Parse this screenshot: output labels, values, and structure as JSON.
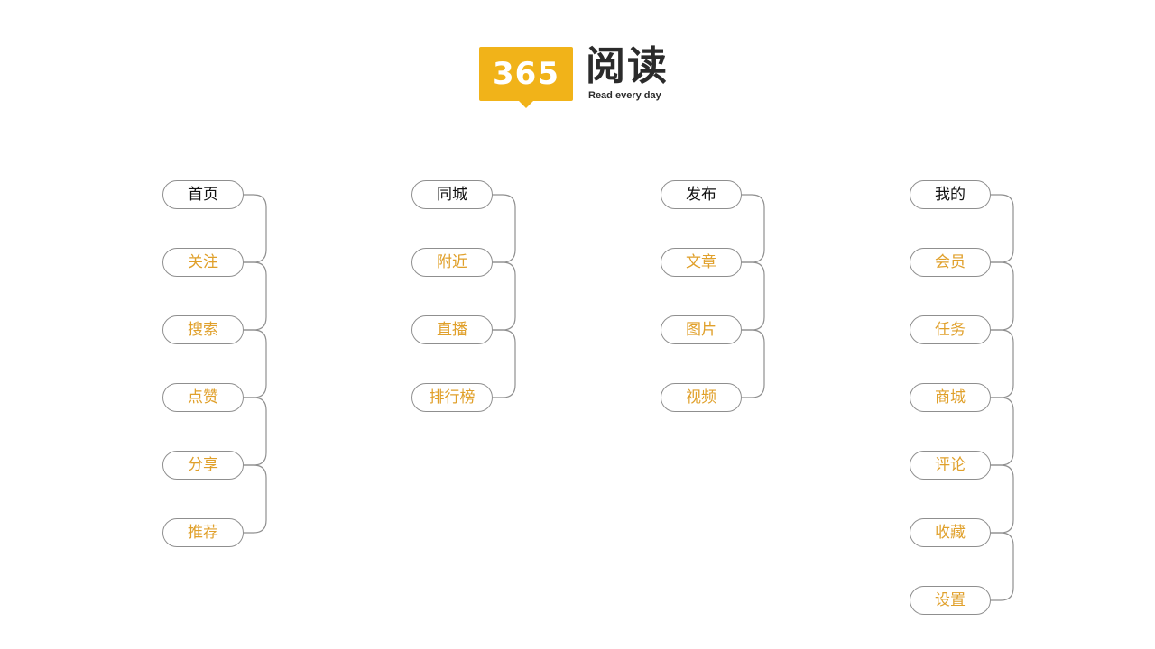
{
  "logo": {
    "number": "365",
    "title": "阅读",
    "tagline": "Read every day",
    "accent_color": "#f1b319"
  },
  "colors": {
    "head_text": "#111111",
    "child_text": "#e0a02b",
    "line": "#8f8f8f"
  },
  "columns": [
    {
      "title": "首页",
      "items": [
        "关注",
        "搜索",
        "点赞",
        "分享",
        "推荐"
      ]
    },
    {
      "title": "同城",
      "items": [
        "附近",
        "直播",
        "排行榜"
      ]
    },
    {
      "title": "发布",
      "items": [
        "文章",
        "图片",
        "视频"
      ]
    },
    {
      "title": "我的",
      "items": [
        "会员",
        "任务",
        "商城",
        "评论",
        "收藏",
        "设置"
      ]
    }
  ]
}
